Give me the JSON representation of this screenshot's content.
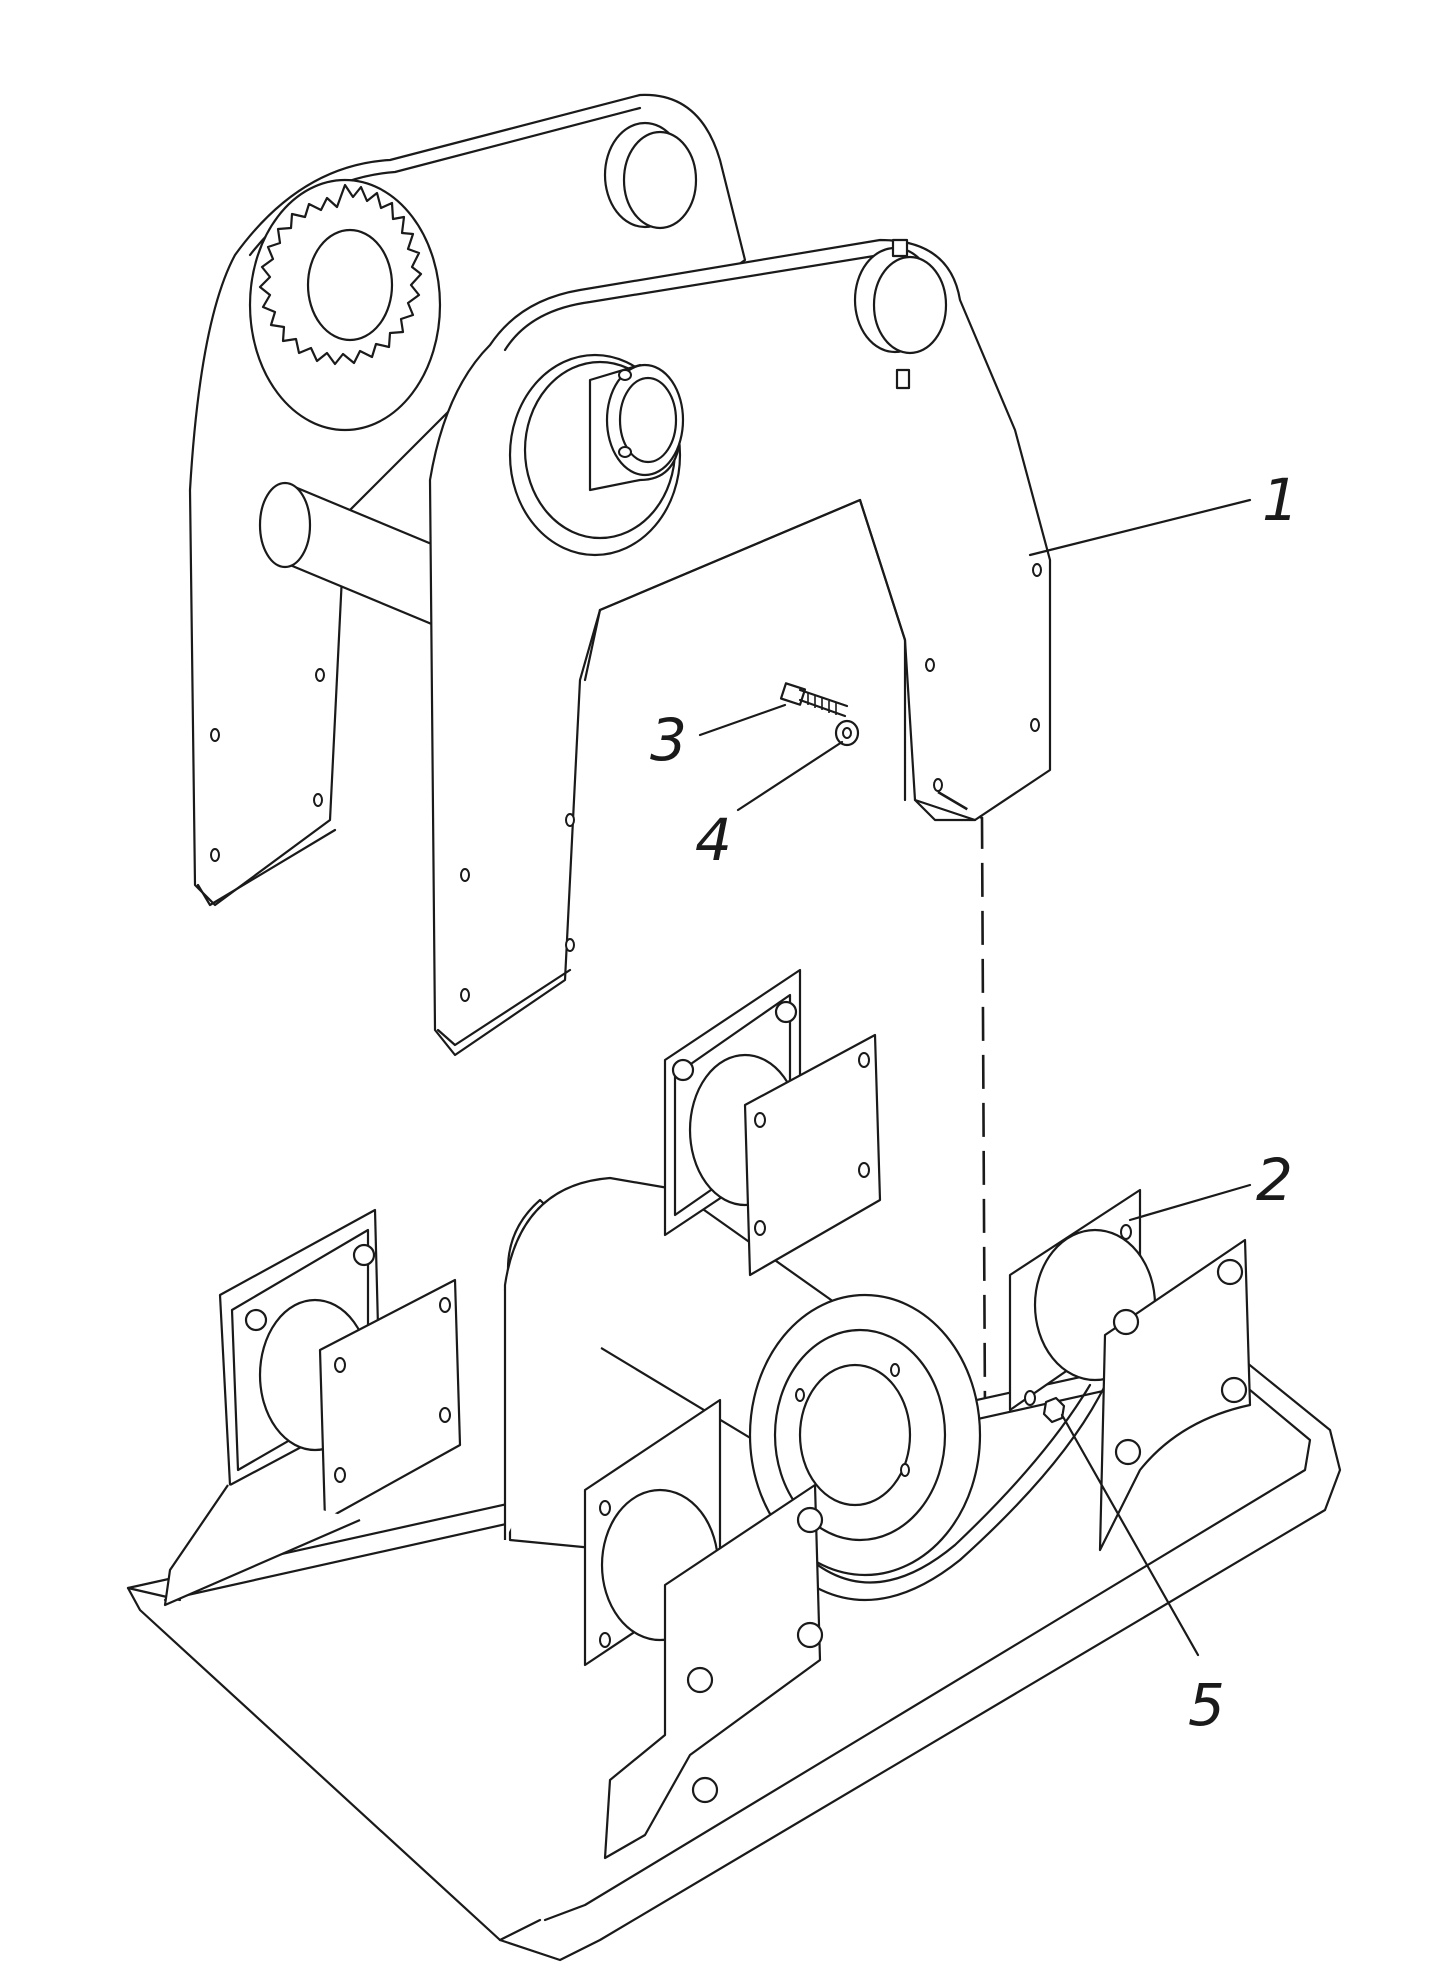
{
  "callouts": [
    {
      "id": "1",
      "label": "1",
      "part": "upper-bracket"
    },
    {
      "id": "2",
      "label": "2",
      "part": "base-plate-assembly"
    },
    {
      "id": "3",
      "label": "3",
      "part": "bolt"
    },
    {
      "id": "4",
      "label": "4",
      "part": "washer"
    },
    {
      "id": "5",
      "label": "5",
      "part": "nut"
    }
  ],
  "colors": {
    "line": "#1a1a1a",
    "background": "#ffffff"
  }
}
